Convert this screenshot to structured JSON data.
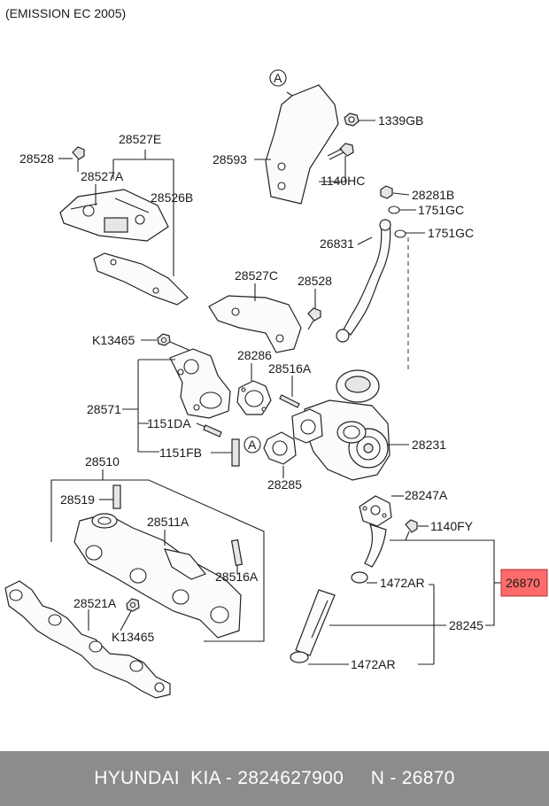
{
  "header_note": "(EMISSION EC  2005)",
  "ref_marker": "A",
  "labels": {
    "l1339GB": "1339GB",
    "l28593": "28593",
    "l1140HC": "1140HC",
    "l28281B": "28281B",
    "l1751GC_a": "1751GC",
    "l1751GC_b": "1751GC",
    "l26831": "26831",
    "l28528_a": "28528",
    "l28527E": "28527E",
    "l28527A": "28527A",
    "l28526B": "28526B",
    "l28527C": "28527C",
    "l28528_b": "28528",
    "lK13465_a": "K13465",
    "l28286": "28286",
    "l28516A_a": "28516A",
    "l28571": "28571",
    "l1151DA": "1151DA",
    "l1151FB": "1151FB",
    "l28231": "28231",
    "l28285": "28285",
    "l28510": "28510",
    "l28247A": "28247A",
    "l28519": "28519",
    "l28511A": "28511A",
    "l1140FY": "1140FY",
    "l28516A_b": "28516A",
    "l26870": "26870",
    "l1472AR_a": "1472AR",
    "l28521A": "28521A",
    "l28245": "28245",
    "lK13465_b": "K13465",
    "l1472AR_b": "1472AR"
  },
  "highlight_color": "#ff6b6b",
  "footer": {
    "text": "HYUNDAI  KIA - 2824627900     N - 26870"
  }
}
